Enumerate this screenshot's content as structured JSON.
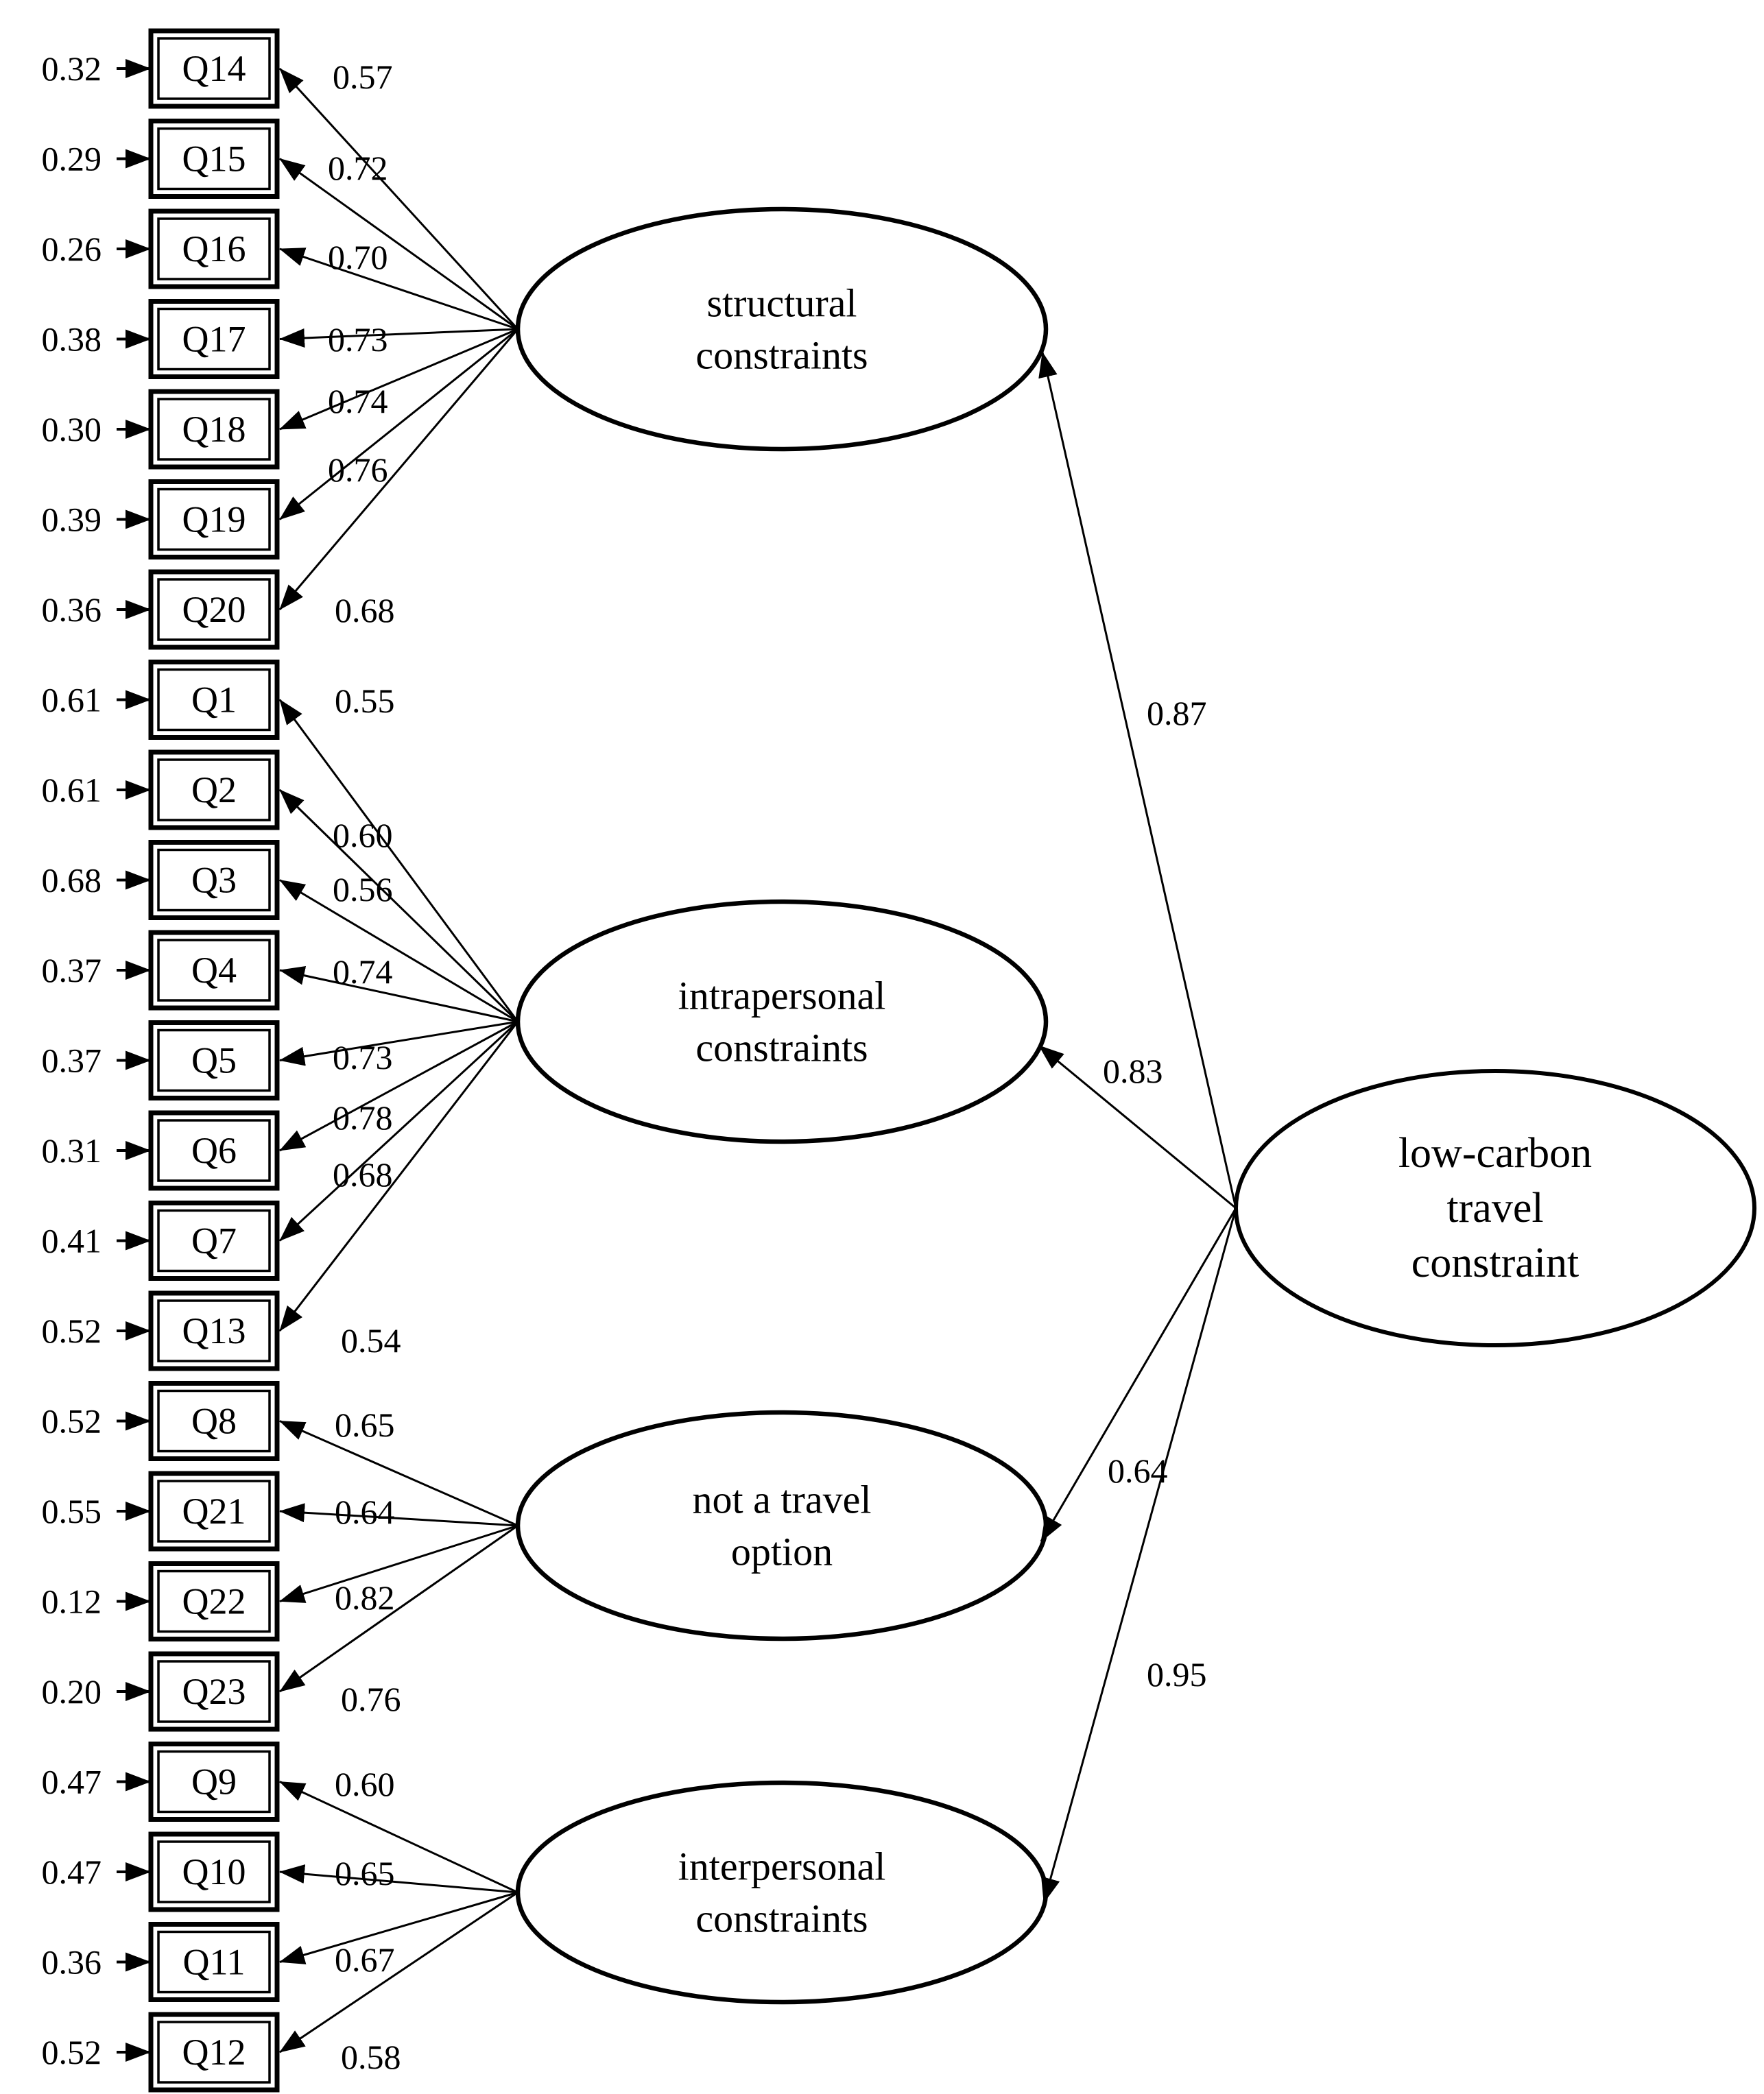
{
  "diagram": {
    "kind": "second-order confirmatory factor analysis path diagram",
    "colors": {
      "line": "#000000",
      "background": "#ffffff"
    },
    "second_order_factor": {
      "id": "low-carbon-travel-constraint",
      "label_lines": [
        "low-carbon",
        "travel",
        "constraint"
      ]
    },
    "factors": [
      {
        "id": "structural-constraints",
        "label_lines": [
          "structural",
          "constraints"
        ],
        "path_coefficient": "0.87",
        "indicators": [
          {
            "id": "Q14",
            "error": "0.32",
            "loading": "0.57"
          },
          {
            "id": "Q15",
            "error": "0.29",
            "loading": "0.72"
          },
          {
            "id": "Q16",
            "error": "0.26",
            "loading": "0.70"
          },
          {
            "id": "Q17",
            "error": "0.38",
            "loading": "0.73"
          },
          {
            "id": "Q18",
            "error": "0.30",
            "loading": "0.74"
          },
          {
            "id": "Q19",
            "error": "0.39",
            "loading": "0.76"
          },
          {
            "id": "Q20",
            "error": "0.36",
            "loading": "0.68"
          }
        ]
      },
      {
        "id": "intrapersonal-constraints",
        "label_lines": [
          "intrapersonal",
          "constraints"
        ],
        "path_coefficient": "0.83",
        "indicators": [
          {
            "id": "Q1",
            "error": "0.61",
            "loading": "0.55"
          },
          {
            "id": "Q2",
            "error": "0.61",
            "loading": "0.60"
          },
          {
            "id": "Q3",
            "error": "0.68",
            "loading": "0.56"
          },
          {
            "id": "Q4",
            "error": "0.37",
            "loading": "0.74"
          },
          {
            "id": "Q5",
            "error": "0.37",
            "loading": "0.73"
          },
          {
            "id": "Q6",
            "error": "0.31",
            "loading": "0.78"
          },
          {
            "id": "Q7",
            "error": "0.41",
            "loading": "0.68"
          },
          {
            "id": "Q13",
            "error": "0.52",
            "loading": "0.54"
          }
        ]
      },
      {
        "id": "not-a-travel-option",
        "label_lines": [
          "not a travel",
          "option"
        ],
        "path_coefficient": "0.64",
        "indicators": [
          {
            "id": "Q8",
            "error": "0.52",
            "loading": "0.65"
          },
          {
            "id": "Q21",
            "error": "0.55",
            "loading": "0.64"
          },
          {
            "id": "Q22",
            "error": "0.12",
            "loading": "0.82"
          },
          {
            "id": "Q23",
            "error": "0.20",
            "loading": "0.76"
          }
        ]
      },
      {
        "id": "interpersonal-constraints",
        "label_lines": [
          "interpersonal",
          "constraints"
        ],
        "path_coefficient": "0.95",
        "indicators": [
          {
            "id": "Q9",
            "error": "0.47",
            "loading": "0.60"
          },
          {
            "id": "Q10",
            "error": "0.47",
            "loading": "0.65"
          },
          {
            "id": "Q11",
            "error": "0.36",
            "loading": "0.67"
          },
          {
            "id": "Q12",
            "error": "0.52",
            "loading": "0.58"
          }
        ]
      }
    ]
  }
}
